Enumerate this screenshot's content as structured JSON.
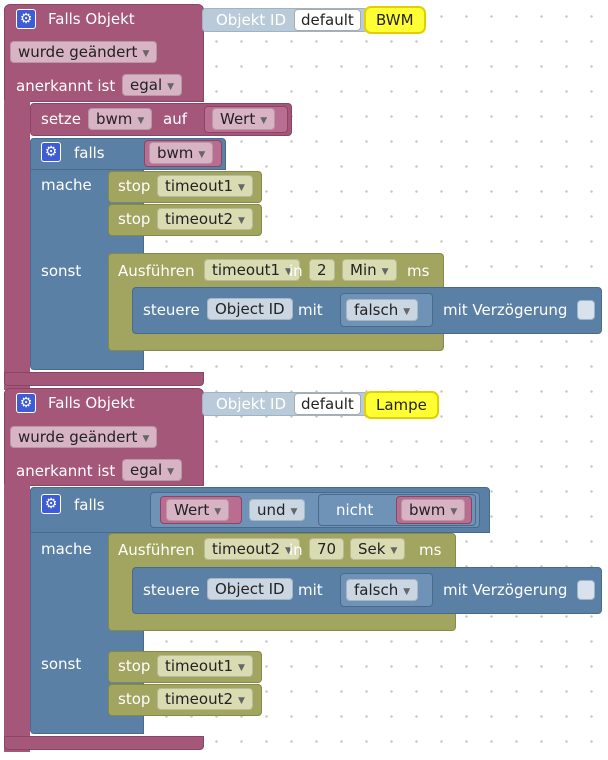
{
  "event1": {
    "header": "Falls Objekt",
    "objekt_id_label": "Objekt ID",
    "objekt_id_value": "default",
    "objekt_id_name": "BWM",
    "trigger": "wurde geändert",
    "ack_label": "anerkannt ist",
    "ack_value": "egal"
  },
  "setze": {
    "label": "setze",
    "var": "bwm",
    "auf": "auf",
    "value": "Wert"
  },
  "if1": {
    "falls": "falls",
    "cond": "bwm",
    "mache": "mache",
    "stop1_label": "stop",
    "stop1_value": "timeout1",
    "stop2_label": "stop",
    "stop2_value": "timeout2",
    "sonst": "sonst",
    "exec_label": "Ausführen",
    "exec_timer": "timeout1",
    "exec_in": "in",
    "exec_num": "2",
    "exec_unit": "Min",
    "exec_ms": "ms",
    "steuere_label": "steuere",
    "steuere_oid": "Object ID",
    "steuere_mit": "mit",
    "steuere_value": "falsch",
    "steuere_delay": "mit Verzögerung"
  },
  "event2": {
    "header": "Falls Objekt",
    "objekt_id_label": "Objekt ID",
    "objekt_id_value": "default",
    "objekt_id_name": "Lampe",
    "trigger": "wurde geändert",
    "ack_label": "anerkannt ist",
    "ack_value": "egal"
  },
  "if2": {
    "falls": "falls",
    "cond_left": "Wert",
    "cond_op": "und",
    "cond_not": "nicht",
    "cond_right": "bwm",
    "mache": "mache",
    "exec_label": "Ausführen",
    "exec_timer": "timeout2",
    "exec_in": "in",
    "exec_num": "70",
    "exec_unit": "Sek",
    "exec_ms": "ms",
    "steuere_label": "steuere",
    "steuere_oid": "Object ID",
    "steuere_mit": "mit",
    "steuere_value": "falsch",
    "steuere_delay": "mit Verzögerung",
    "sonst": "sonst",
    "stop1_label": "stop",
    "stop1_value": "timeout1",
    "stop2_label": "stop",
    "stop2_value": "timeout2"
  },
  "colors": {
    "event": "#a5577a",
    "control": "#5b80a5",
    "timer": "#a1a55f",
    "objekt_id": "#b9cad9",
    "object_name": "#ffff33",
    "gear": "#3d5cd6"
  },
  "icons": {
    "gear": "gear-icon",
    "dropdown": "dropdown-arrow-icon"
  }
}
